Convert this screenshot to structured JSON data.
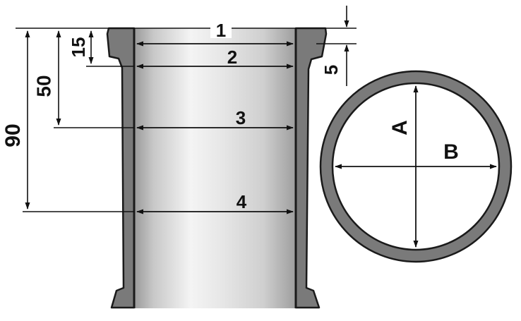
{
  "diagram": {
    "colors": {
      "wall": "#7a7a7a",
      "outline": "#1a1a1a",
      "bore_light": "#f2f2f2",
      "bore_mid": "#bdbdbd",
      "bore_dark": "#8c8c8c",
      "background": "#ffffff"
    },
    "measure_labels": {
      "m1": "1",
      "m2": "2",
      "m3": "3",
      "m4": "4"
    },
    "depth_labels": {
      "d15": "15",
      "d50": "50",
      "d90": "90",
      "d5": "5"
    },
    "section_labels": {
      "a": "A",
      "b": "B"
    }
  }
}
